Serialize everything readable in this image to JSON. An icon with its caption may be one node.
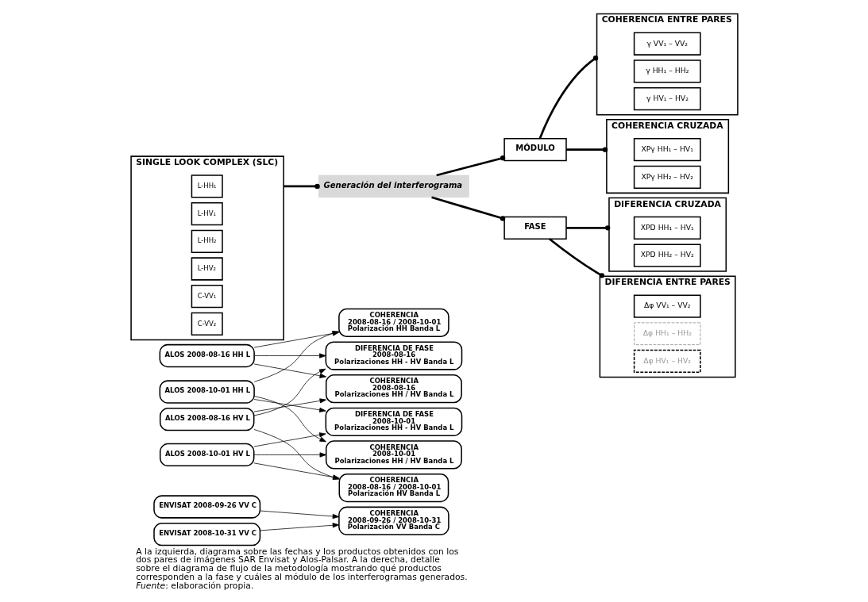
{
  "diagram": {
    "caption": "A la izquierda, diagrama sobre las fechas y los productos obtenidos con los dos pares de imágenes SAR Envisat y Alos-Palsar. A la derecha, detalle sobre el diagrama de flujo de la metodología mostrando qué productos corresponden a la fase y cuáles al módulo de los interferogramas generados. *Fuente*: elaboración propia.",
    "nodes": [
      {
        "text": [
          "ENVISAT 2008-09-26 VV C"
        ]
      },
      {
        "text": [
          "ENVISAT 2008-10-31 VV C"
        ]
      },
      {
        "text": [
          "ALOS 2008-08-16 HH L"
        ]
      },
      {
        "text": [
          "ALOS 2008-08-16 HV L"
        ]
      },
      {
        "text": [
          "ALOS 2008-10-01 HH L"
        ]
      },
      {
        "text": [
          "ALOS 2008-10-01 HV L"
        ]
      },
      {
        "text": [
          "COHERENCIA",
          "2008-09-26 / 2008-10-31",
          "Polarización VV Banda C"
        ]
      },
      {
        "text": [
          "COHERENCIA",
          "2008-08-16 / 2008-10-01",
          "Polarización HH Banda L"
        ]
      },
      {
        "text": [
          "COHERENCIA",
          "2008-08-16 / 2008-10-01",
          "Polarización HV Banda L"
        ]
      },
      {
        "text": [
          "COHERENCIA",
          "2008-08-16",
          "Polarizaciones HH / HV Banda L"
        ]
      },
      {
        "text": [
          "COHERENCIA",
          "2008-10-01",
          "Polarizaciones HH / HV Banda L"
        ]
      },
      {
        "text": [
          "DIFERENCIA DE FASE",
          "2008-08-16",
          "Polarizaciones HH - HV Banda L"
        ]
      },
      {
        "text": [
          "DIFERENCIA DE FASE",
          "2008-10-01",
          "Polarizaciones HH - HV Banda L"
        ]
      },
      {
        "text": [
          "SINGLE LOOK COMPLEX (SLC)"
        ]
      },
      {
        "text": [
          "L-HH₁"
        ],
        "in": 13
      },
      {
        "text": [
          "L-HV₁"
        ],
        "in": 13
      },
      {
        "text": [
          "L-HH₂"
        ],
        "in": 13
      },
      {
        "text": [
          "L-HV₂"
        ],
        "in": 13
      },
      {
        "text": [
          "C-VV₁"
        ],
        "in": 13
      },
      {
        "text": [
          "C-VV₂"
        ],
        "in": 13
      },
      {
        "text": [
          "Generación del interferograma"
        ]
      },
      {
        "text": [
          "MÓDULO"
        ]
      },
      {
        "text": [
          "FASE"
        ]
      },
      {
        "text": [
          "COHERENCIA ENTRE PARES"
        ]
      },
      {
        "text": [
          "γ VV₁ – VV₂"
        ],
        "in": 23
      },
      {
        "text": [
          "γ HH₁ – HH₂"
        ],
        "in": 23
      },
      {
        "text": [
          "γ HV₁ – HV₂"
        ],
        "in": 23
      },
      {
        "text": [
          "COHERENCIA CRUZADA"
        ]
      },
      {
        "text": [
          "XPγ HH₁ – HV₁"
        ],
        "in": 27
      },
      {
        "text": [
          "XPγ HH₂ – HV₂"
        ],
        "in": 27
      },
      {
        "text": [
          "DIFERENCIA CRUZADA"
        ]
      },
      {
        "text": [
          "XPD HH₁ – HV₁"
        ],
        "in": 30
      },
      {
        "text": [
          "XPD HH₂ – HV₂"
        ],
        "in": 30
      },
      {
        "text": [
          "DIFERENCIA ENTRE PARES"
        ]
      },
      {
        "text": [
          "Δφ VV₁ – VV₂"
        ],
        "in": 33
      },
      {
        "text": [
          "Δφ HH₁ – HH₂"
        ],
        "in": 33
      },
      {
        "text": [
          "Δφ HV₁ – HV₂"
        ],
        "in": 33
      }
    ],
    "edges": [
      {
        "from": 0,
        "to": 6,
        "arrow": "to"
      },
      {
        "from": 1,
        "to": 6,
        "arrow": "to"
      },
      {
        "from": 2,
        "to": 7,
        "arrow": "to"
      },
      {
        "from": 4,
        "to": 7,
        "arrow": "to"
      },
      {
        "from": 3,
        "to": 8,
        "arrow": "to"
      },
      {
        "from": 5,
        "to": 8,
        "arrow": "to"
      },
      {
        "from": 2,
        "to": 9,
        "arrow": "to"
      },
      {
        "from": 3,
        "to": 9,
        "arrow": "to"
      },
      {
        "from": 4,
        "to": 10,
        "arrow": "to"
      },
      {
        "from": 5,
        "to": 10,
        "arrow": "to"
      },
      {
        "from": 2,
        "to": 11,
        "arrow": "to"
      },
      {
        "from": 3,
        "to": 11,
        "arrow": "to"
      },
      {
        "from": 4,
        "to": 12,
        "arrow": "to"
      },
      {
        "from": 5,
        "to": 12,
        "arrow": "to"
      },
      {
        "from": 13,
        "to": 20,
        "arrow": "other",
        "style": "thick"
      },
      {
        "from": 20,
        "to": 21,
        "arrow": "other",
        "style": "thick"
      },
      {
        "from": 20,
        "to": 22,
        "arrow": "other",
        "style": "thick"
      },
      {
        "from": 21,
        "to": 23,
        "arrow": "other",
        "style": "thick"
      },
      {
        "from": 21,
        "to": 27,
        "arrow": "other",
        "style": "thick"
      },
      {
        "from": 22,
        "to": 30,
        "arrow": "other",
        "style": "thick"
      },
      {
        "from": 22,
        "to": 33,
        "arrow": "other",
        "style": "thick"
      }
    ]
  }
}
